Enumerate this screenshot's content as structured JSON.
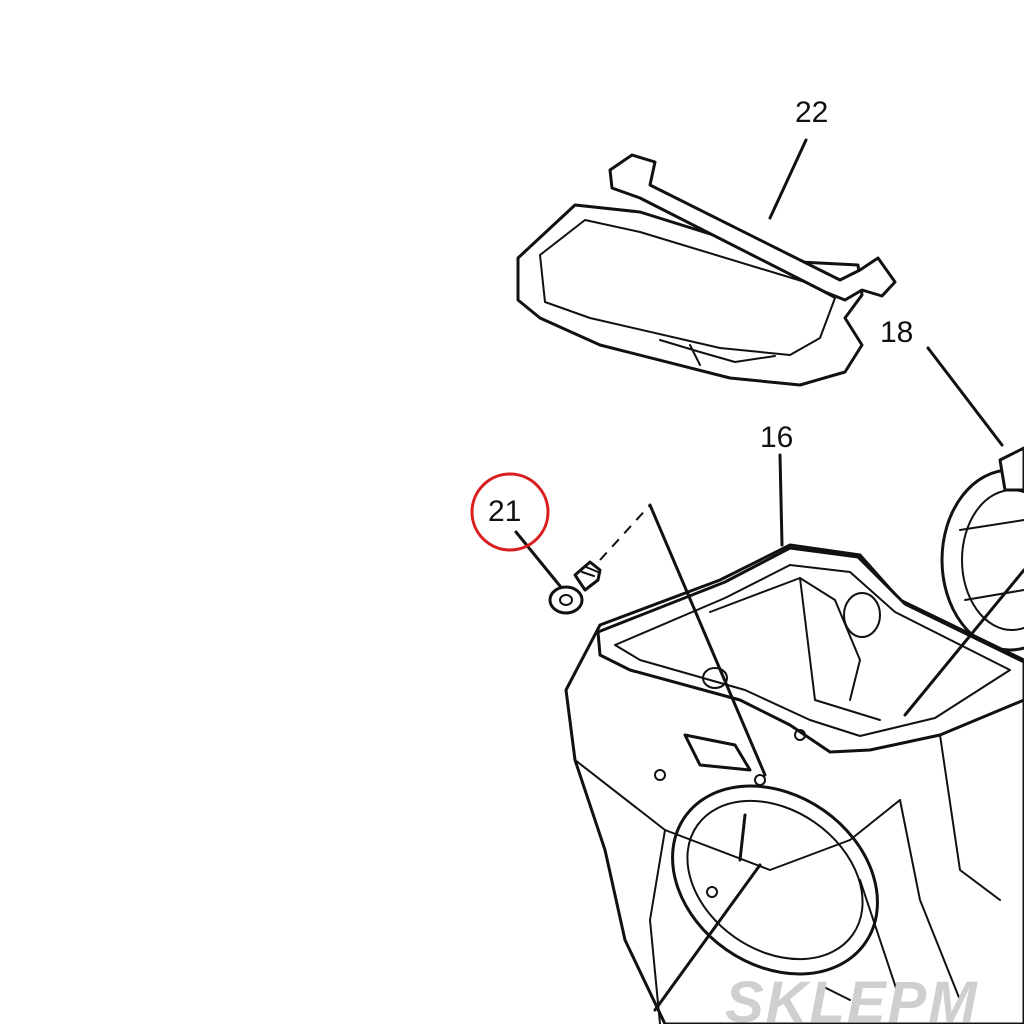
{
  "callouts": {
    "part_22": "22",
    "part_18": "18",
    "part_16": "16",
    "part_21": "21"
  },
  "highlight": {
    "target": "21",
    "color": "#d81e1e"
  },
  "watermark": {
    "text": "SKLEPM"
  }
}
